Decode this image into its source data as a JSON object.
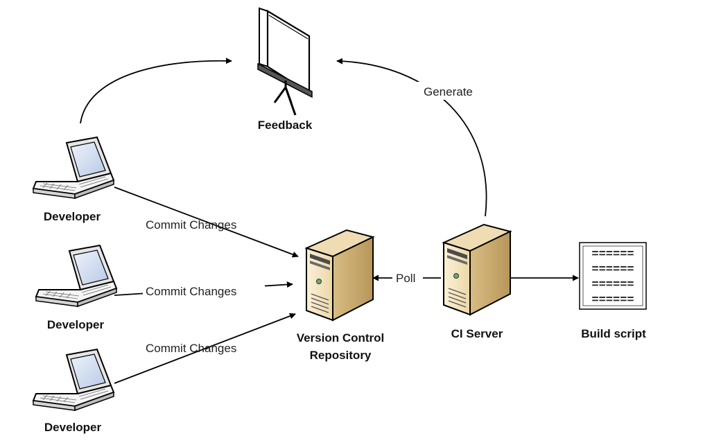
{
  "nodes": {
    "feedback": {
      "label": "Feedback",
      "icon": "projection-screen-icon"
    },
    "developer_1": {
      "label": "Developer",
      "icon": "laptop-icon"
    },
    "developer_2": {
      "label": "Developer",
      "icon": "laptop-icon"
    },
    "developer_3": {
      "label": "Developer",
      "icon": "laptop-icon"
    },
    "vcs": {
      "label_line1": "Version Control",
      "label_line2": "Repository",
      "icon": "server-icon"
    },
    "ci_server": {
      "label": "CI Server",
      "icon": "server-icon"
    },
    "build_script": {
      "label": "Build script",
      "icon": "document-icon",
      "lines": [
        "======",
        "======",
        "======",
        "======"
      ]
    }
  },
  "edges": {
    "commit_1": "Commit Changes",
    "commit_2": "Commit Changes",
    "commit_3": "Commit Changes",
    "poll": "Poll",
    "generate": "Generate"
  },
  "colors": {
    "server_body": "#f3e3c0",
    "server_shadow": "#c9aa6e",
    "laptop_screen": "#d7e2f3",
    "line": "#000000"
  }
}
